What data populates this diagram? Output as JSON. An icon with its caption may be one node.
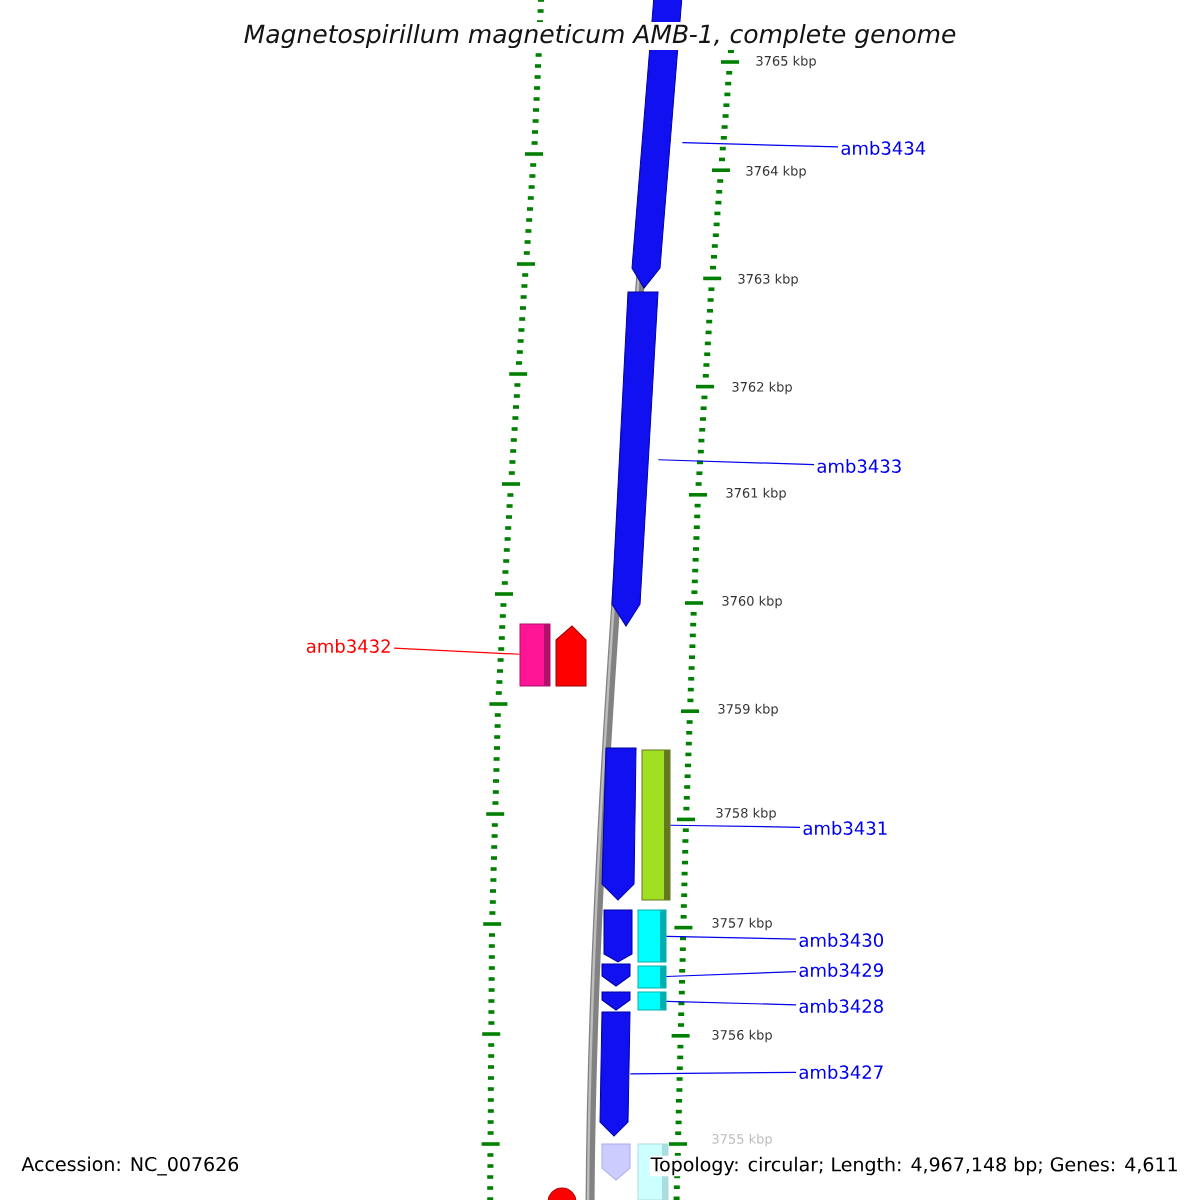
{
  "diagram": {
    "title": "Magnetospirillum magneticum AMB-1, complete genome",
    "nodes": [
      {
        "text": [
          "amb3434"
        ]
      },
      {
        "text": [],
        "shape": "arrow"
      },
      {
        "text": [
          "amb3433"
        ]
      },
      {
        "text": [],
        "shape": "arrow"
      },
      {
        "text": [
          "amb3432"
        ]
      },
      {
        "text": [],
        "shape": "box"
      },
      {
        "text": [],
        "shape": "arrow"
      },
      {
        "text": [],
        "shape": "arrow"
      },
      {
        "text": [],
        "shape": "box"
      },
      {
        "text": [
          "amb3431"
        ]
      },
      {
        "text": [],
        "shape": "arrow"
      },
      {
        "text": [],
        "shape": "box"
      },
      {
        "text": [
          "amb3430"
        ]
      },
      {
        "text": [],
        "shape": "arrow"
      },
      {
        "text": [],
        "shape": "box"
      },
      {
        "text": [
          "amb3429"
        ]
      },
      {
        "text": [],
        "shape": "arrow"
      },
      {
        "text": [],
        "shape": "box"
      },
      {
        "text": [
          "amb3428"
        ]
      },
      {
        "text": [],
        "shape": "arrow"
      },
      {
        "text": [
          "amb3427"
        ]
      },
      {
        "text": [],
        "shape": "arrow"
      },
      {
        "text": [],
        "shape": "box"
      },
      {
        "text": [],
        "shape": "circle"
      }
    ],
    "edges": [
      {
        "from": 0,
        "to": 1,
        "arrow": "none"
      },
      {
        "from": 2,
        "to": 3,
        "arrow": "none"
      },
      {
        "from": 4,
        "to": 5,
        "arrow": "none",
        "color": "#ff0000"
      },
      {
        "from": 9,
        "to": 8,
        "arrow": "none"
      },
      {
        "from": 12,
        "to": 11,
        "arrow": "none"
      },
      {
        "from": 15,
        "to": 14,
        "arrow": "none"
      },
      {
        "from": 18,
        "to": 17,
        "arrow": "none"
      },
      {
        "from": 20,
        "to": 19,
        "arrow": "none"
      }
    ],
    "labels": [
      "3765 kbp",
      "3764 kbp",
      "3763 kbp",
      "3762 kbp",
      "3761 kbp",
      "3760 kbp",
      "3759 kbp",
      "3758 kbp",
      "3757 kbp",
      "3756 kbp",
      "3755 kbp",
      "Accession: NC_007626",
      "Topology: circular; Length: 4,967,148 bp; Genes: 4,611"
    ]
  }
}
